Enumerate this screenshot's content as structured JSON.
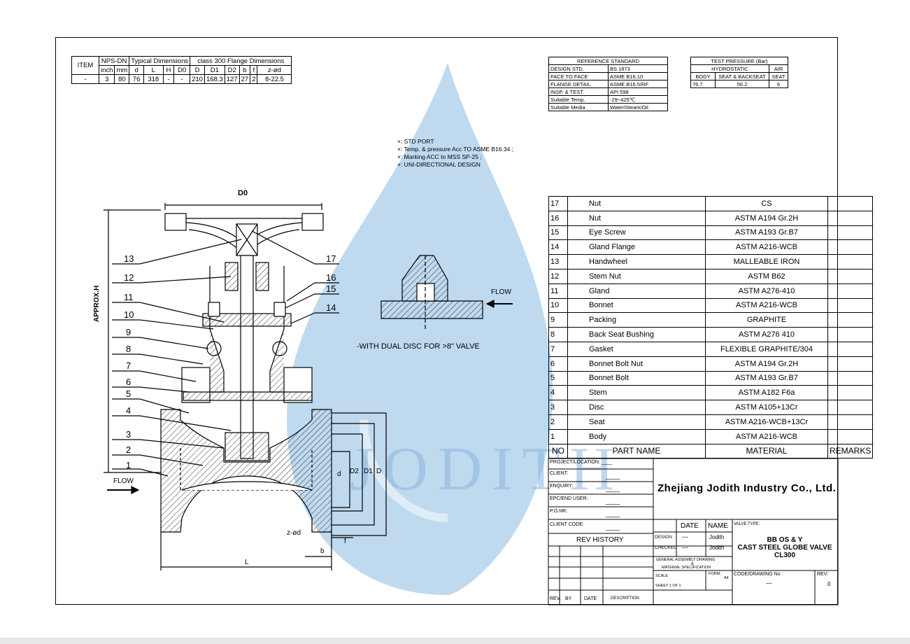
{
  "dimensions_table": {
    "headers_top": [
      "ITEM",
      "NPS-DN",
      "Typical Dimensions",
      "class 300 Flange Dimensions"
    ],
    "headers_sub": [
      "inch",
      "mm",
      "d",
      "L",
      "H",
      "D0",
      "D",
      "D1",
      "D2",
      "b",
      "f",
      "z-ød"
    ],
    "row": [
      "-",
      "3",
      "80",
      "76",
      "318",
      "-",
      "-",
      "210",
      "168.3",
      "127",
      "27",
      "2",
      "8-22.5"
    ]
  },
  "reference_standard": {
    "title": "REFERENCE STANDARD",
    "rows": [
      [
        "DESIGN STD.",
        "BS 1873"
      ],
      [
        "FACE TO FACE",
        "ASME B16.10"
      ],
      [
        "FLANGE DETAIL",
        "ASME B16.5/RF"
      ],
      [
        "INSP. & TEST.",
        "API 598"
      ],
      [
        "Suitable Temp.",
        "-29~425℃"
      ],
      [
        "Suitable Media",
        "Water/Steam/Oil"
      ]
    ]
  },
  "test_pressure": {
    "title": "TEST PRESSURE (Bar)",
    "hydrostatic": "HYDROSTATIC",
    "air": "AIR",
    "body": "BODY",
    "seat_backseat": "SEAT & BACKSEAT",
    "seat": "SEAT",
    "values": [
      "76.7",
      "56.2",
      "6"
    ]
  },
  "notes": [
    "×: STD PORT",
    "×: Temp. & pressure Acc TO ASME B16.34 ;",
    "×: Marking ACC to MSS SP-25 ;",
    "×: UNI-DIRECTIONAL DESIGN"
  ],
  "drawing_labels": {
    "d0": "D0",
    "approx_h": "APPROX.H",
    "flow_left": "FLOW",
    "flow_right": "FLOW",
    "dual_disc": "-WITH DUAL DISC FOR >8\" VALVE",
    "L": "L",
    "b": "b",
    "f": "f",
    "zd": "z-ød",
    "d": "d",
    "D2": "D2",
    "D1": "D1",
    "D": "D",
    "callouts": [
      "1",
      "2",
      "3",
      "4",
      "5",
      "6",
      "7",
      "8",
      "9",
      "10",
      "11",
      "12",
      "13",
      "14",
      "15",
      "16",
      "17"
    ],
    "watermark": "JODITH"
  },
  "parts_list": {
    "header": [
      "NO",
      "PART NAME",
      "MATERIAL",
      "REMARKS"
    ],
    "rows": [
      [
        "17",
        "Nut",
        "CS",
        ""
      ],
      [
        "16",
        "Nut",
        "ASTM A194 Gr.2H",
        ""
      ],
      [
        "15",
        "Eye Screw",
        "ASTM A193 Gr.B7",
        ""
      ],
      [
        "14",
        "Gland Flange",
        "ASTM A216-WCB",
        ""
      ],
      [
        "13",
        "Handwheel",
        "MALLEABLE IRON",
        ""
      ],
      [
        "12",
        "Stem Nut",
        "ASTM B62",
        ""
      ],
      [
        "11",
        "Gland",
        "ASTM A276-410",
        ""
      ],
      [
        "10",
        "Bonnet",
        "ASTM A216-WCB",
        ""
      ],
      [
        "9",
        "Packing",
        "GRAPHITE",
        ""
      ],
      [
        "8",
        "Back Seat Bushing",
        "ASTM A276 410",
        ""
      ],
      [
        "7",
        "Gasket",
        "FLEXIBLE GRAPHITE/304",
        ""
      ],
      [
        "6",
        "Bonnet Bolt Nut",
        "ASTM A194 Gr.2H",
        ""
      ],
      [
        "5",
        "Bonnet Bolt",
        "ASTM A193 Gr.B7",
        ""
      ],
      [
        "4",
        "Stem",
        "ASTM A182 F6a",
        ""
      ],
      [
        "3",
        "Disc",
        "ASTM A105+13Cr",
        ""
      ],
      [
        "2",
        "Seat",
        "ASTM A216-WCB+13Cr",
        ""
      ],
      [
        "1",
        "Body",
        "ASTM A216-WCB",
        ""
      ]
    ]
  },
  "title_block": {
    "project": "PROJECT/LOCATION: ____",
    "client": "CLIENT:",
    "client_val": "____",
    "enquiry": "ENQUIRY:",
    "enquiry_val": "____",
    "epc": "EPC/END USER:",
    "epc_val": "____",
    "pono": "P.O.NR:",
    "pono_val": "____",
    "client_code": "CLIENT CODE:",
    "client_code_val": "____",
    "rev_history": "REV HISTORY",
    "rev": "REV.",
    "by": "BY",
    "date": "DATE",
    "description": "DESCRIPTION",
    "company": "Zhejiang Jodith Industry Co., Ltd.",
    "date_col": "DATE",
    "name_col": "NAME",
    "design": "DESIGN",
    "checked": "CHECKED",
    "dash": "---",
    "design_name": "Jodith",
    "checked_name": "Jodith",
    "ga_drawing": "GENERAL ASSEMBLY DRAWING",
    "amp": "&",
    "mat_spec": "MATERIAL SPECIFICATION",
    "scale": "SCALE",
    "sheet": "SHEET 1 OF 1",
    "form": "FORM:",
    "a4": "A4",
    "valve_type_label": "VALVE TYPE:",
    "valve_line1": "BB OS & Y",
    "valve_line2": "CAST STEEL GLOBE VALVE",
    "valve_line3": "CL300",
    "code_label": "CODE/DRAWING No :",
    "code_val": "---",
    "rev_label": "REV:",
    "rev_val": "0"
  }
}
